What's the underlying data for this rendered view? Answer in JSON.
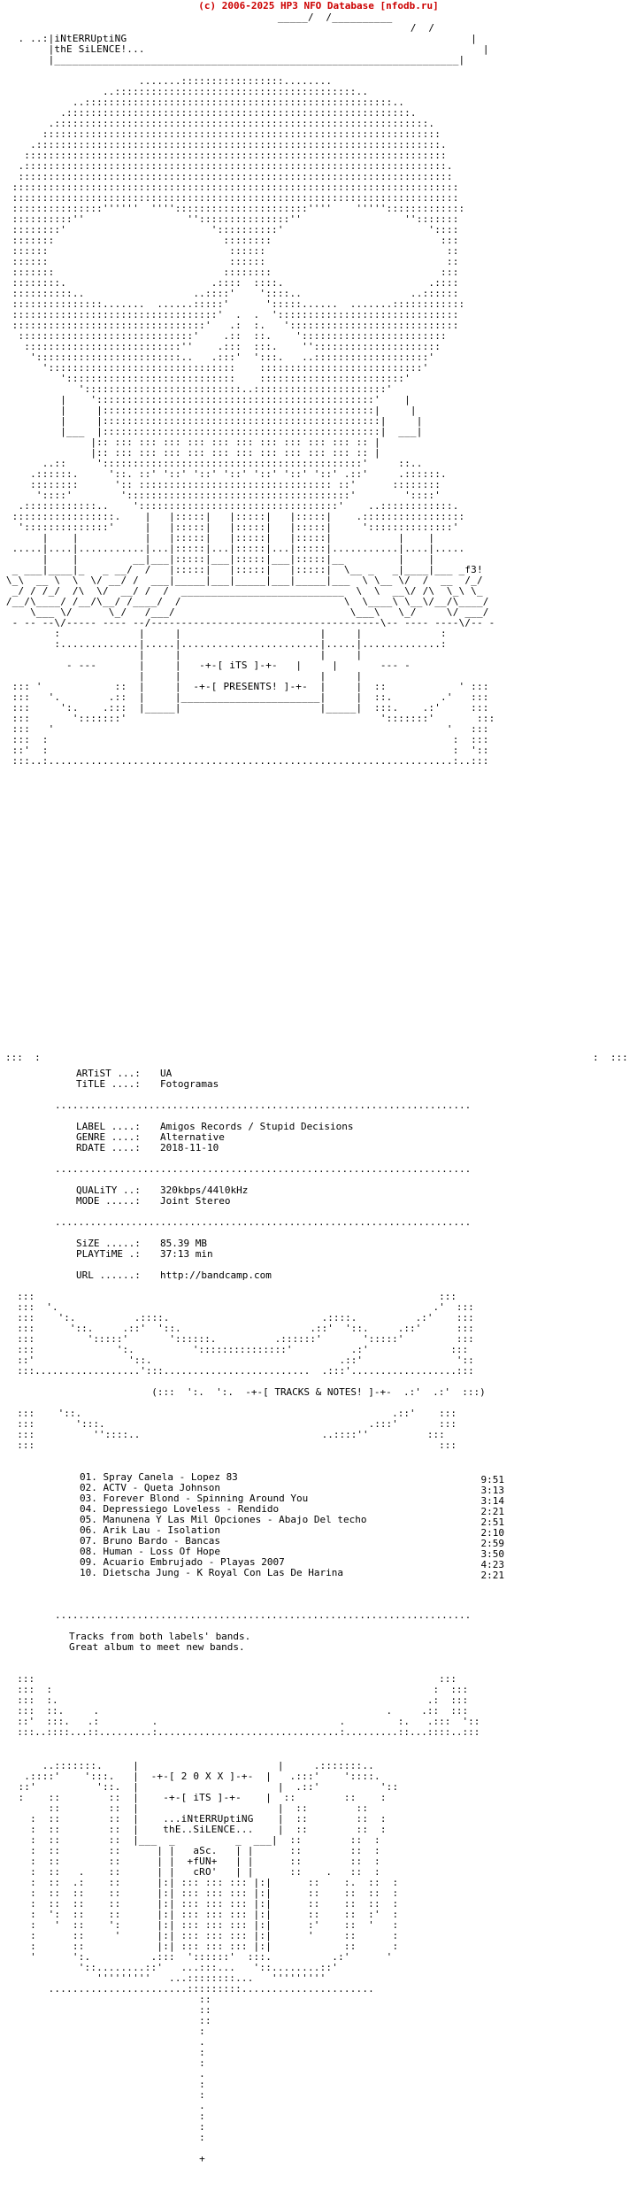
{
  "header": {
    "text": "(c) 2006-2025 HP3 NFO Database [nfodb.ru]",
    "color": "#cc0000"
  },
  "release": {
    "group_line1": "iNtERRUptiNG",
    "group_line2": "thE SiLENCE!...",
    "presents": "-+-[ PRESENTS! ]-+-",
    "its": "-+-[ iTS ]-+-",
    "fields": [
      {
        "label": "ARTiST ...:",
        "value": "UA"
      },
      {
        "label": "TiTLE ....:",
        "value": "Fotogramas"
      },
      {
        "label": "LABEL ....:",
        "value": "Amigos Records / Stupid Decisions"
      },
      {
        "label": "GENRE ....:",
        "value": "Alternative"
      },
      {
        "label": "RDATE ....:",
        "value": "2018-11-10"
      },
      {
        "label": "QUALiTY ..:",
        "value": "320kbps/44l0kHz"
      },
      {
        "label": "MODE .....:",
        "value": "Joint Stereo"
      },
      {
        "label": "SiZE .....:",
        "value": "85.39 MB"
      },
      {
        "label": "PLAYTiME .:",
        "value": "37:13 min"
      },
      {
        "label": "URL ......:",
        "value": "http://bandcamp.com"
      }
    ],
    "tracks_heading": "-+-[ TRACKS & NOTES! ]-+-",
    "tracks": [
      {
        "title": "01. Spray Canela - Lopez 83",
        "duration": "9:51"
      },
      {
        "title": "02. ACTV - Queta Johnson",
        "duration": "3:13"
      },
      {
        "title": "03. Forever Blond - Spinning Around You",
        "duration": "3:14"
      },
      {
        "title": "04. Depressiego Loveless - Rendido",
        "duration": "2:21"
      },
      {
        "title": "05. Manunena Y Las Mil Opciones - Abajo Del techo",
        "duration": "2:51"
      },
      {
        "title": "06. Arik Lau - Isolation",
        "duration": "2:10"
      },
      {
        "title": "07. Bruno Bardo - Bancas",
        "duration": "2:59"
      },
      {
        "title": "08. Human - Loss Of Hope",
        "duration": "3:50"
      },
      {
        "title": "09. Acuario Embrujado - Playas 2007",
        "duration": "4:23"
      },
      {
        "title": "10. Dietscha Jung - K Royal Con Las De Harina",
        "duration": "2:21"
      }
    ],
    "notes_line1": "Tracks from both labels' bands.",
    "notes_line2": "Great album to meet new bands.",
    "footer_year": "-+-[ 2 0 X X ]-+-",
    "footer_its": "-+-[ iTS ]-+-",
    "footer_group1": "...iNtERRUptiNG",
    "footer_group2": "thE..SiLENCE...",
    "credit1": "aSc.",
    "credit2": "+fUN+",
    "credit3": "cRO'"
  }
}
